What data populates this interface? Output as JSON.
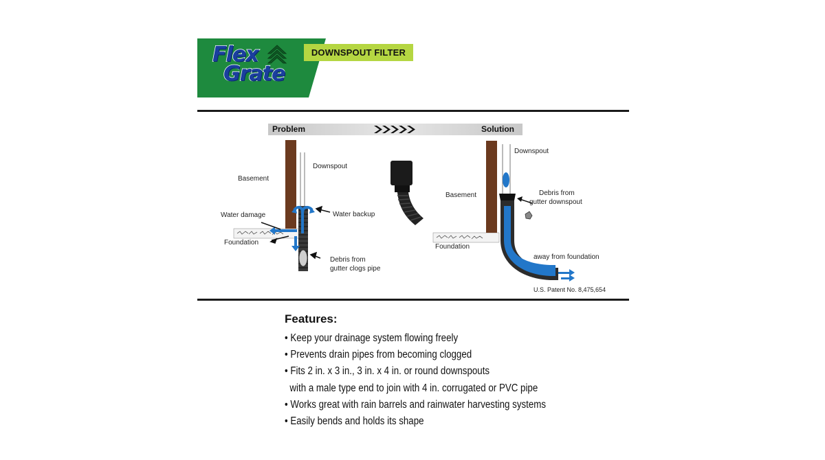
{
  "brand": {
    "logo_line_1": "Flex",
    "logo_line_2": "Grate",
    "product_tag": "DOWNSPOUT FILTER",
    "banner_color": "#1e8a3e",
    "tag_color": "#b5d642",
    "logo_color": "#1a3f9e"
  },
  "diagram": {
    "problem_label": "Problem",
    "solution_label": "Solution",
    "problem": {
      "basement": "Basement",
      "downspout": "Downspout",
      "water_damage": "Water damage",
      "water_backup": "Water backup",
      "foundation": "Foundation",
      "debris_line_1": "Debris from",
      "debris_line_2": "gutter clogs pipe"
    },
    "solution": {
      "downspout": "Downspout",
      "basement": "Basement",
      "debris_line_1": "Debris from",
      "debris_line_2": "gutter downspout",
      "foundation": "Foundation",
      "away": "away from foundation",
      "patent": "U.S. Patent No. 8,475,654"
    },
    "colors": {
      "water": "#2277c9",
      "wall": "#6b3a1f",
      "pipe": "#2c2c2c"
    }
  },
  "features": {
    "heading": "Features:",
    "items": [
      "• Keep your drainage system flowing freely",
      "• Prevents drain pipes from becoming clogged",
      "• Fits 2 in. x 3 in., 3 in. x 4 in. or round downspouts",
      "  with a male type end to join with 4 in. corrugated or PVC pipe",
      "• Works great with rain barrels and rainwater harvesting systems",
      "• Easily bends and holds its shape"
    ]
  }
}
